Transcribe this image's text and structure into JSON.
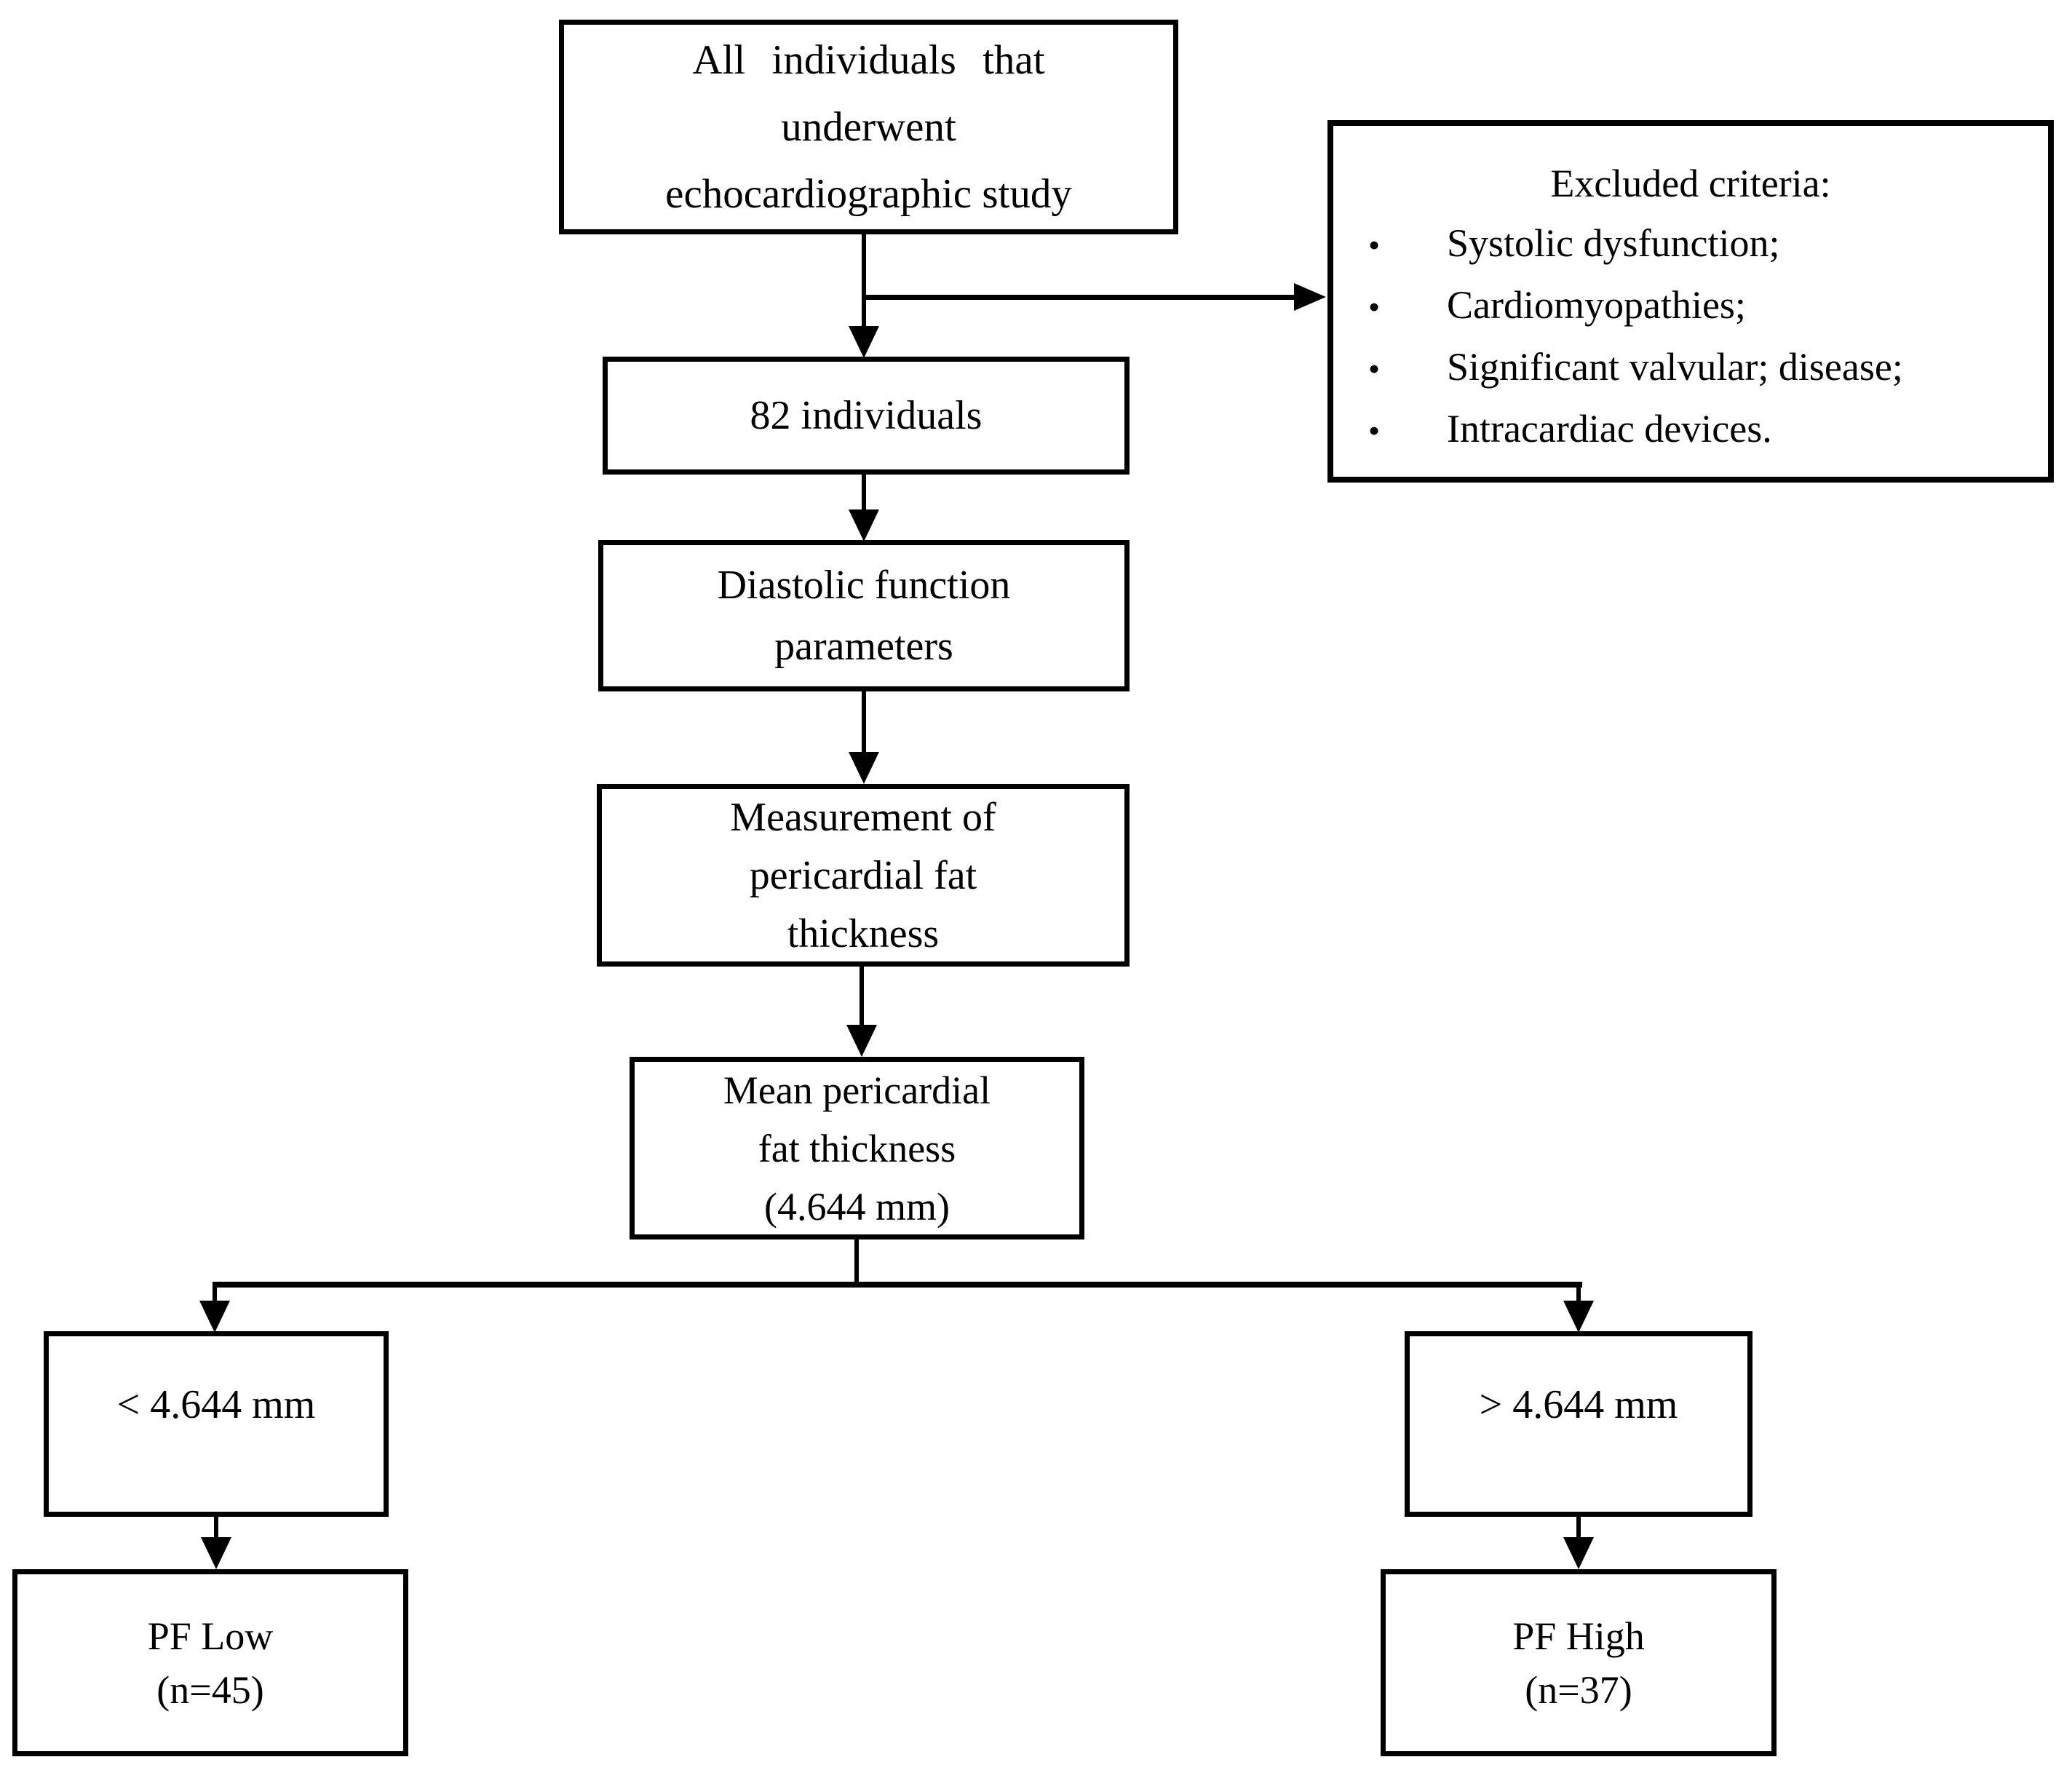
{
  "page": {
    "background": "#ffffff",
    "ink": "#000000"
  },
  "flowchart": {
    "top_box": {
      "lines": [
        "All individuals that",
        "underwent",
        "echocardiographic study"
      ]
    },
    "excluded_box": {
      "title": "Excluded criteria:",
      "bullet": "•",
      "items": [
        "Systolic dysfunction;",
        "Cardiomyopathies;",
        "Significant valvular; disease;",
        "Intracardiac devices."
      ]
    },
    "count_box": {
      "text": "82 individuals"
    },
    "diastolic_box": {
      "lines": [
        "Diastolic function",
        "parameters"
      ]
    },
    "measurement_box": {
      "lines": [
        "Measurement of",
        "pericardial fat",
        "thickness"
      ]
    },
    "mean_box": {
      "lines": [
        "Mean pericardial",
        "fat thickness",
        "(4.644 mm)"
      ]
    },
    "low_threshold_box": {
      "text": "< 4.644 mm"
    },
    "high_threshold_box": {
      "text": "> 4.644 mm"
    },
    "pf_low_box": {
      "lines": [
        "PF Low",
        "(n=45)"
      ]
    },
    "pf_high_box": {
      "lines": [
        "PF High",
        "(n=37)"
      ]
    }
  }
}
